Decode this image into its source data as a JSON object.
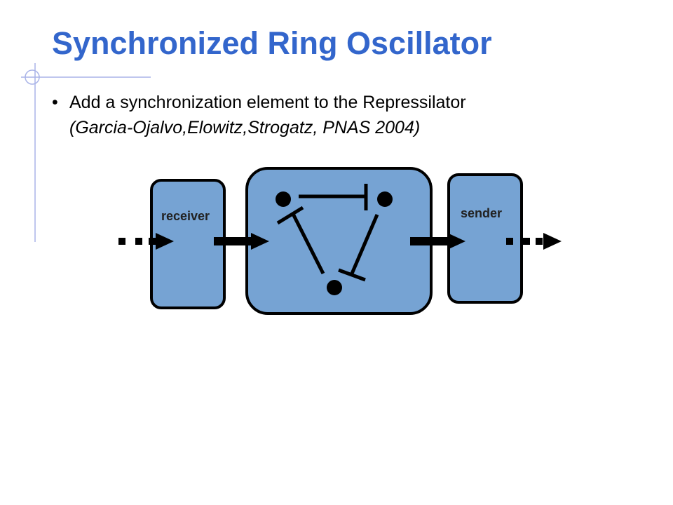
{
  "slide": {
    "title": "Synchronized Ring Oscillator",
    "bullet_symbol": "•",
    "bullet_line1": "Add a synchronization element to the Repressilator",
    "bullet_line2": "(Garcia-Ojalvo,Elowitz,Strogatz, PNAS 2004)"
  },
  "diagram": {
    "receiver_label": "receiver",
    "sender_label": "sender",
    "box_fill": "#76a3d3",
    "stroke": "#000000"
  },
  "colors": {
    "title": "#3366cc",
    "accent_line": "#aab4e8"
  }
}
